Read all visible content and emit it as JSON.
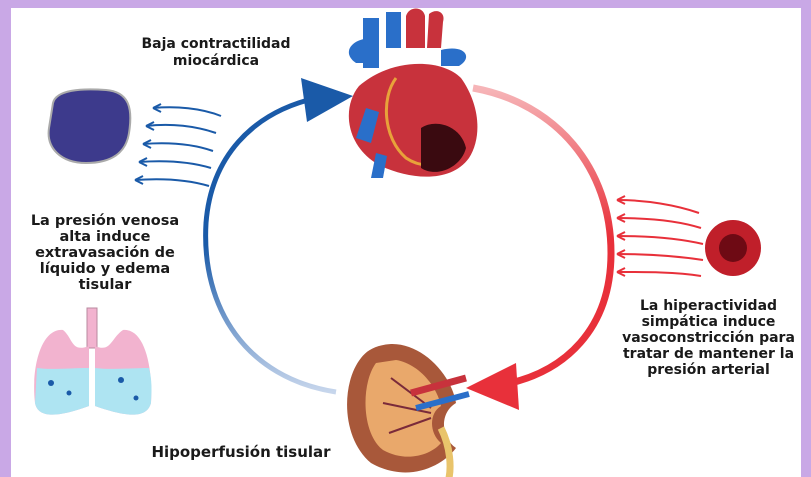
{
  "diagram": {
    "title": "",
    "labels": {
      "top_line1": "Baja contractilidad",
      "top_line2": "miocárdica",
      "left_line1": "La presión venosa",
      "left_line2": "alta induce",
      "left_line3": "extravasación de",
      "left_line4": "líquido y edema",
      "left_line5": "tisular",
      "right_line1": "La hiperactividad",
      "right_line2": "simpática induce",
      "right_line3": "vasoconstricción para",
      "right_line4": "tratar de mantener la",
      "right_line5": "presión arterial",
      "bottom": "Hipoperfusión tisular"
    },
    "icons": [
      "heart-icon",
      "kidney-icon",
      "lungs-icon",
      "swollen-cell-icon",
      "constricted-vessel-icon"
    ],
    "colors": {
      "frame": "#c9a8e6",
      "blue_arrow": "#1a5aa8",
      "red_arrow": "#e8303a",
      "heart": "#c8323c",
      "vessels": "#2a6fc9",
      "cell": "#3d3a8c",
      "lungs": "#f2b3cf",
      "fluid": "#aee4f2"
    }
  }
}
